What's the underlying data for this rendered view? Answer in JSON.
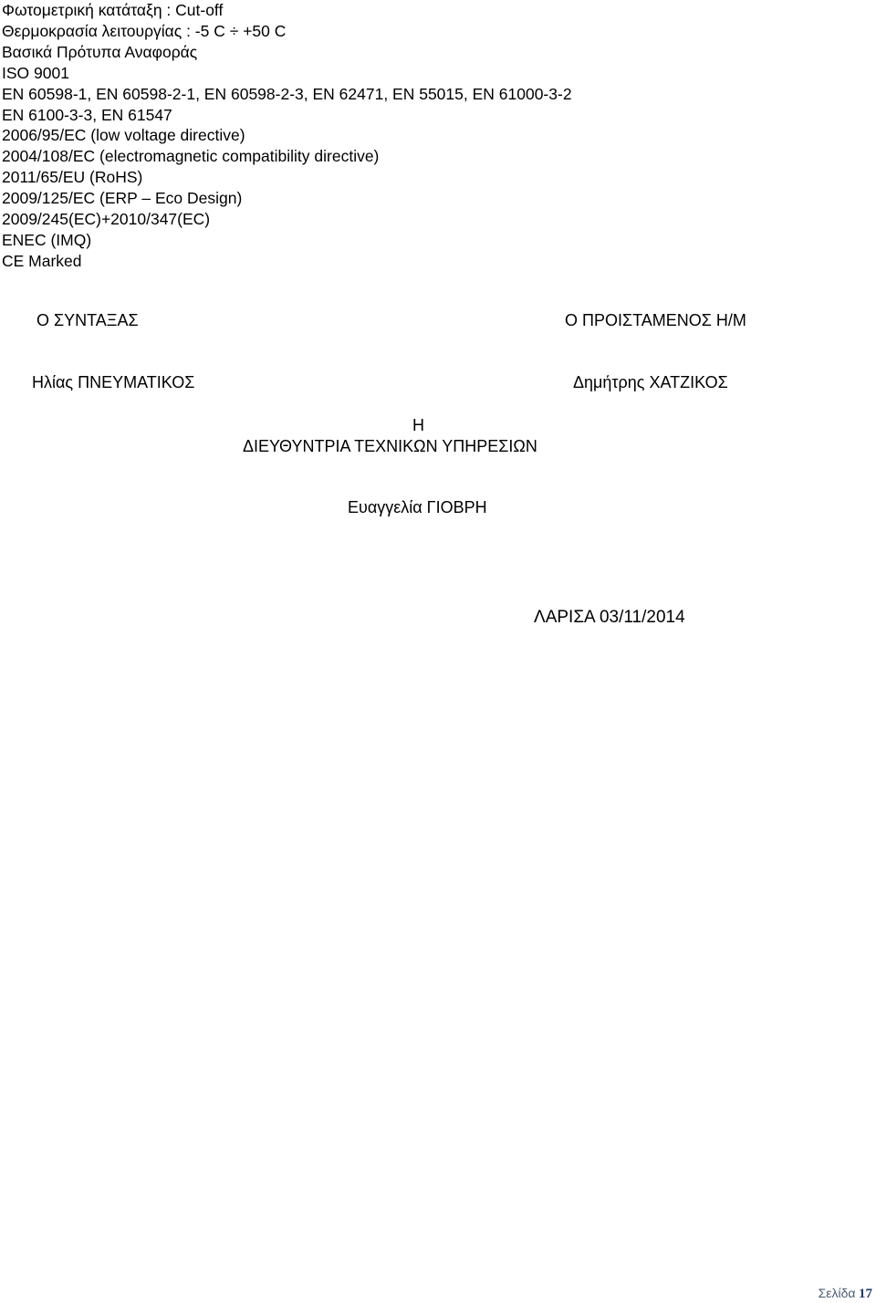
{
  "specifications": [
    "Φωτομετρική κατάταξη : Cut-off",
    "Θερμοκρασία λειτουργίας : -5 C ÷ +50 C",
    "Βασικά Πρότυπα Αναφοράς",
    "ISO 9001",
    "EN 60598-1, EN 60598-2-1, EN 60598-2-3, EN 62471, EN 55015, EN 61000-3-2",
    "EN 6100-3-3, EN 61547",
    "2006/95/EC (low voltage directive)",
    "2004/108/EC (electromagnetic compatibility directive)",
    "2011/65/EU (RoHS)",
    "2009/125/EC (ERP – Eco Design)",
    "2009/245(EC)+2010/347(EC)",
    "ENEC (IMQ)",
    "CE Marked"
  ],
  "signatures": {
    "author_role": "Ο  ΣΥΝΤΑΞΑΣ",
    "supervisor_role": "Ο ΠΡΟΙΣΤΑΜΕΝΟΣ Η/Μ",
    "author_name": "Ηλίας ΠΝΕΥΜΑΤΙΚΟΣ",
    "supervisor_name": "Δημήτρης  ΧΑΤΖΙΚΟΣ",
    "director_article": "Η",
    "director_role": "ΔΙΕΥΘΥΝΤΡΙΑ  ΤΕΧΝΙΚΩΝ ΥΠΗΡΕΣΙΩΝ",
    "director_name": "Ευαγγελία ΓΙΟΒΡΗ"
  },
  "place_date": "ΛΑΡΙΣΑ 03/11/2014",
  "footer": {
    "page_label": "Σελίδα",
    "page_number": "17"
  }
}
